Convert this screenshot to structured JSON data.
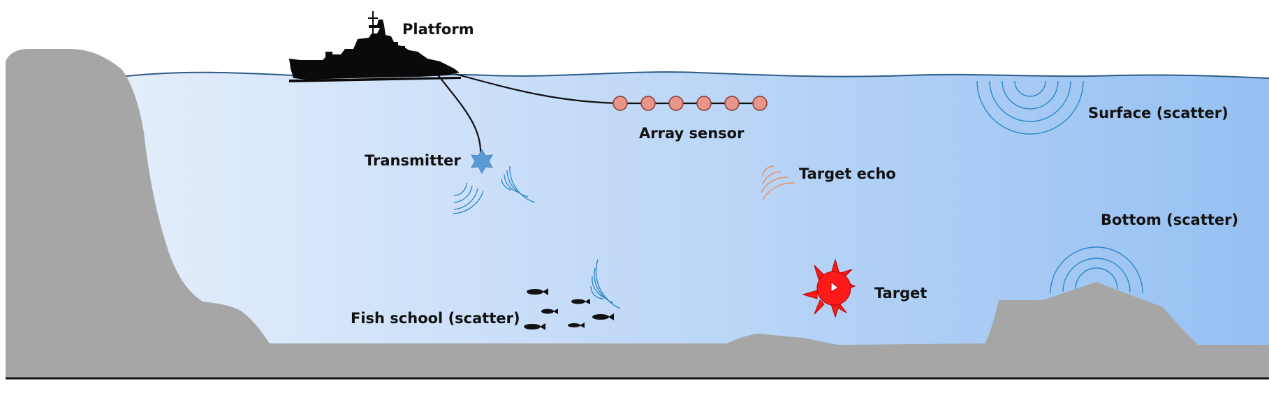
{
  "labels": {
    "platform": "Platform",
    "array_sensor": "Array sensor",
    "transmitter": "Transmitter",
    "target_echo": "Target echo",
    "surface_scatter": "Surface (scatter)",
    "bottom_scatter": "Bottom (scatter)",
    "target": "Target",
    "fish_school": "Fish school (scatter)"
  },
  "colors": {
    "water_left": "#e4eefb",
    "water_right": "#96c0f2",
    "terrain": "#a6a6a6",
    "surface_line": "#2e5b86",
    "ship": "#0a0a0a",
    "sensor_node": "#e8958a",
    "transmitter": "#5b9bd5",
    "wave_blue": "#2e86c8",
    "echo_orange": "#f08a50",
    "target_red": "#ff1a1a",
    "fish": "#111111"
  },
  "icons": {
    "ship": "warship-silhouette-icon",
    "transmitter": "star-transmitter-icon",
    "target": "spiked-mine-icon",
    "fish": "fish-icon"
  },
  "array_sensor_nodes": 6
}
